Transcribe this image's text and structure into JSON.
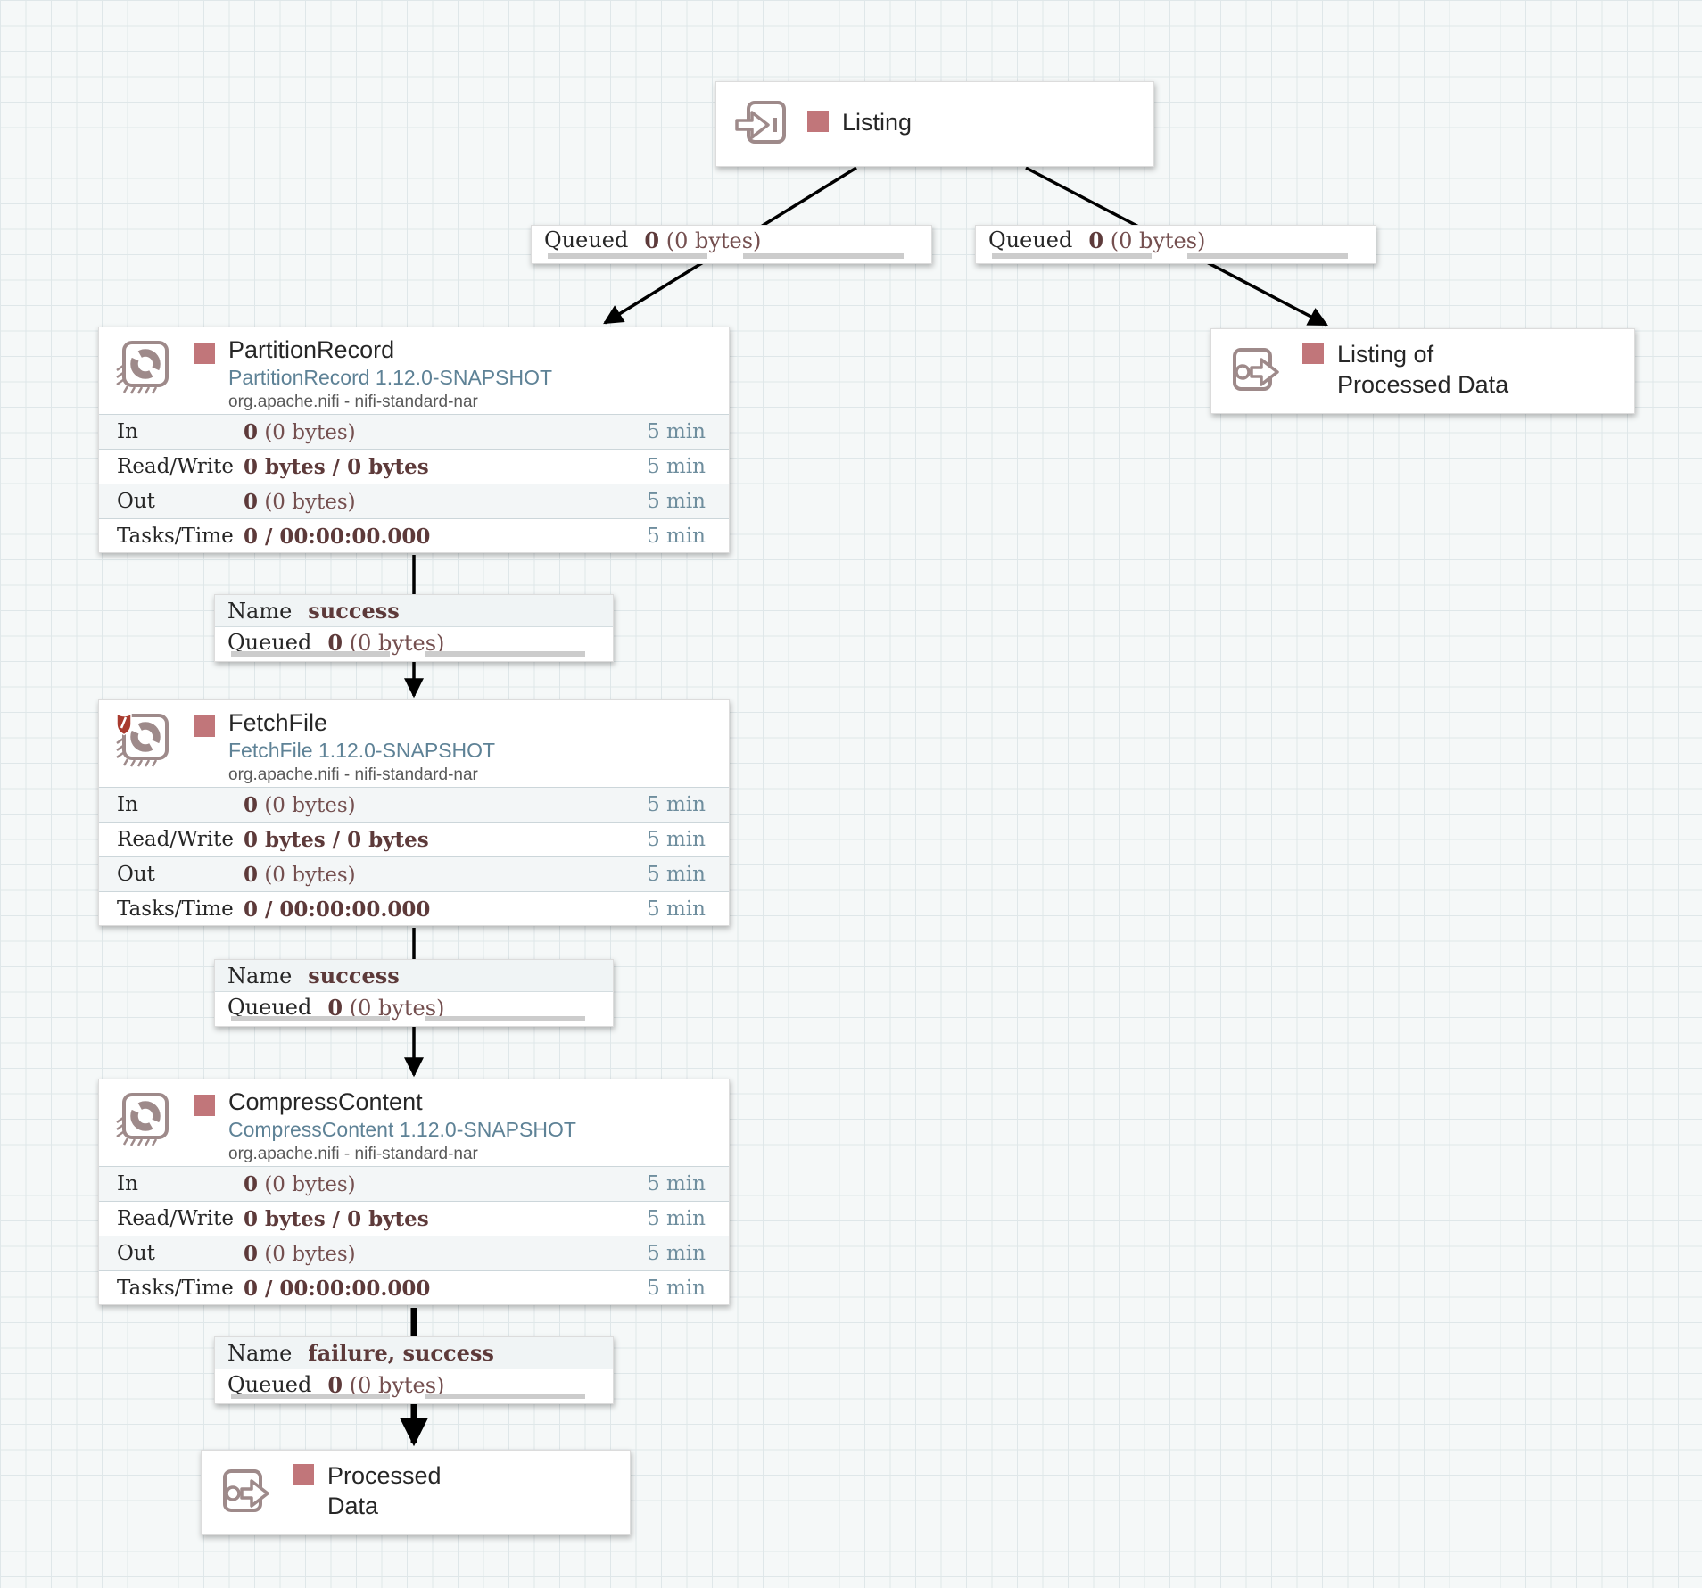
{
  "colors": {
    "canvas_bg": "#f5f8f8",
    "grid_line": "#dfe7e9",
    "state_stopped": "#c1767a",
    "icon_stroke": "#9e8a8a",
    "value_bold": "#5d3a3a",
    "value_light": "#744f4f",
    "period_color": "#6f8e9e",
    "subtitle_color": "#5e8296",
    "shield_color": "#a93a2e",
    "bar_color": "#cccccc",
    "wire_color": "#000000"
  },
  "ports": {
    "listing": {
      "line1": "Listing",
      "line2": ""
    },
    "listing_of_processed_data": {
      "line1": "Listing of",
      "line2": "Processed Data"
    },
    "processed_data": {
      "line1": "Processed",
      "line2": "Data"
    }
  },
  "processors": [
    {
      "name": "PartitionRecord",
      "type": "PartitionRecord 1.12.0-SNAPSHOT",
      "bundle": "org.apache.nifi - nifi-standard-nar",
      "restricted": false,
      "stats": [
        {
          "label": "In",
          "bold": "0",
          "light": "(0 bytes)",
          "period": "5 min"
        },
        {
          "label": "Read/Write",
          "bold": "0 bytes / 0 bytes",
          "light": "",
          "period": "5 min"
        },
        {
          "label": "Out",
          "bold": "0",
          "light": "(0 bytes)",
          "period": "5 min"
        },
        {
          "label": "Tasks/Time",
          "bold": "0 / 00:00:00.000",
          "light": "",
          "period": "5 min"
        }
      ]
    },
    {
      "name": "FetchFile",
      "type": "FetchFile 1.12.0-SNAPSHOT",
      "bundle": "org.apache.nifi - nifi-standard-nar",
      "restricted": true,
      "stats": [
        {
          "label": "In",
          "bold": "0",
          "light": "(0 bytes)",
          "period": "5 min"
        },
        {
          "label": "Read/Write",
          "bold": "0 bytes / 0 bytes",
          "light": "",
          "period": "5 min"
        },
        {
          "label": "Out",
          "bold": "0",
          "light": "(0 bytes)",
          "period": "5 min"
        },
        {
          "label": "Tasks/Time",
          "bold": "0 / 00:00:00.000",
          "light": "",
          "period": "5 min"
        }
      ]
    },
    {
      "name": "CompressContent",
      "type": "CompressContent 1.12.0-SNAPSHOT",
      "bundle": "org.apache.nifi - nifi-standard-nar",
      "restricted": false,
      "stats": [
        {
          "label": "In",
          "bold": "0",
          "light": "(0 bytes)",
          "period": "5 min"
        },
        {
          "label": "Read/Write",
          "bold": "0 bytes / 0 bytes",
          "light": "",
          "period": "5 min"
        },
        {
          "label": "Out",
          "bold": "0",
          "light": "(0 bytes)",
          "period": "5 min"
        },
        {
          "label": "Tasks/Time",
          "bold": "0 / 00:00:00.000",
          "light": "",
          "period": "5 min"
        }
      ]
    }
  ],
  "connections": [
    {
      "queued_label": "Queued",
      "count": "0",
      "size": "(0 bytes)"
    },
    {
      "queued_label": "Queued",
      "count": "0",
      "size": "(0 bytes)"
    },
    {
      "name_label": "Name",
      "name_value": "success",
      "queued_label": "Queued",
      "count": "0",
      "size": "(0 bytes)"
    },
    {
      "name_label": "Name",
      "name_value": "success",
      "queued_label": "Queued",
      "count": "0",
      "size": "(0 bytes)"
    },
    {
      "name_label": "Name",
      "name_value": "failure, success",
      "queued_label": "Queued",
      "count": "0",
      "size": "(0 bytes)"
    }
  ]
}
